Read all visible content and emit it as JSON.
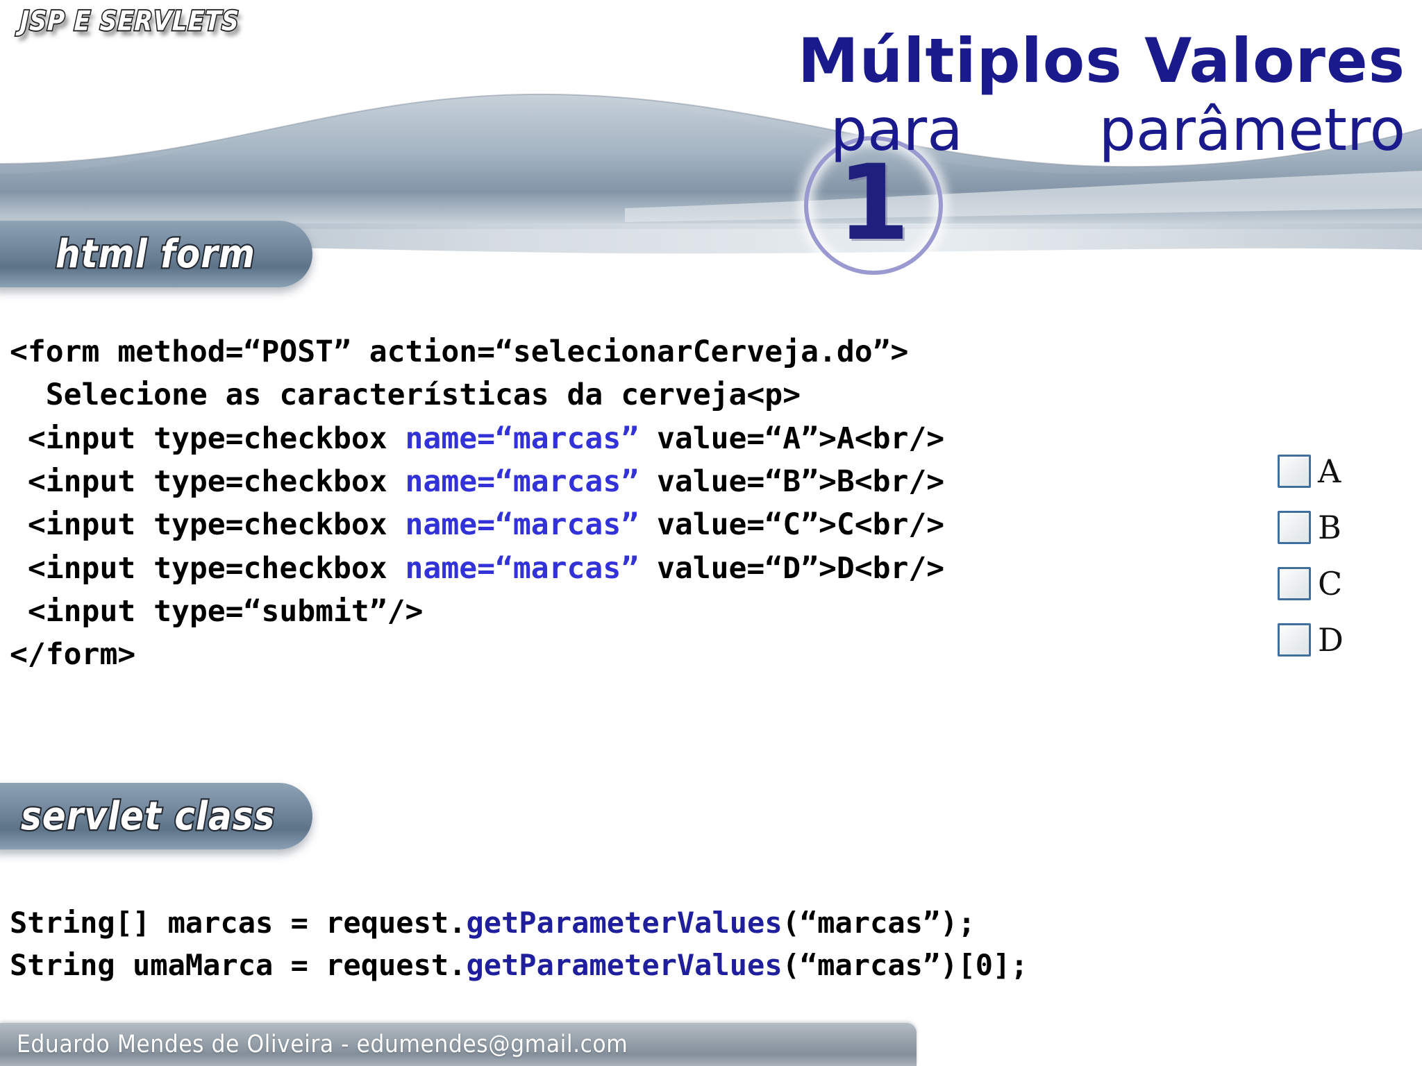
{
  "brand": {
    "logo_text": "JSP E SERVLETS"
  },
  "title": {
    "line1": "Múltiplos Valores",
    "line2_left": "para",
    "line2_right": "parâmetro",
    "circled_number": "1",
    "color": "#1a1a8c"
  },
  "sections": {
    "html_form": {
      "label": "html form",
      "pill_color": "#72879c"
    },
    "servlet_class": {
      "label": "servlet class",
      "pill_color": "#72879c"
    }
  },
  "code_html": {
    "line1": "<form method=“POST” action=“selecionarCerveja.do”>",
    "line2": "  Selecione as características da cerveja<p>",
    "line3_pre": " <input type=checkbox ",
    "line3_name": "name=“marcas”",
    "line3_post": " value=“A”>A<br/>",
    "line4_pre": " <input type=checkbox ",
    "line4_name": "name=“marcas”",
    "line4_post": " value=“B”>B<br/>",
    "line5_pre": " <input type=checkbox ",
    "line5_name": "name=“marcas”",
    "line5_post": " value=“C”>C<br/>",
    "line6_pre": " <input type=checkbox ",
    "line6_name": "name=“marcas”",
    "line6_post": " value=“D”>D<br/>",
    "line7": " <input type=“submit”/>",
    "line8": "</form>",
    "name_color": "#3232d8"
  },
  "code_servlet": {
    "line1_pre": "String[] marcas = request.",
    "line1_method": "getParameterValues",
    "line1_post": "(“marcas”);",
    "line2_pre": "String umaMarca = request.",
    "line2_method": "getParameterValues",
    "line2_post": "(“marcas”)[0];",
    "method_color": "#1f1f9e"
  },
  "checkbox_preview": {
    "items": [
      {
        "label": "A",
        "checked": false
      },
      {
        "label": "B",
        "checked": false
      },
      {
        "label": "C",
        "checked": false
      },
      {
        "label": "D",
        "checked": false
      }
    ],
    "border_color": "#3f6f9f"
  },
  "footer": {
    "text": "Eduardo Mendes de Oliveira - edumendes@gmail.com"
  }
}
